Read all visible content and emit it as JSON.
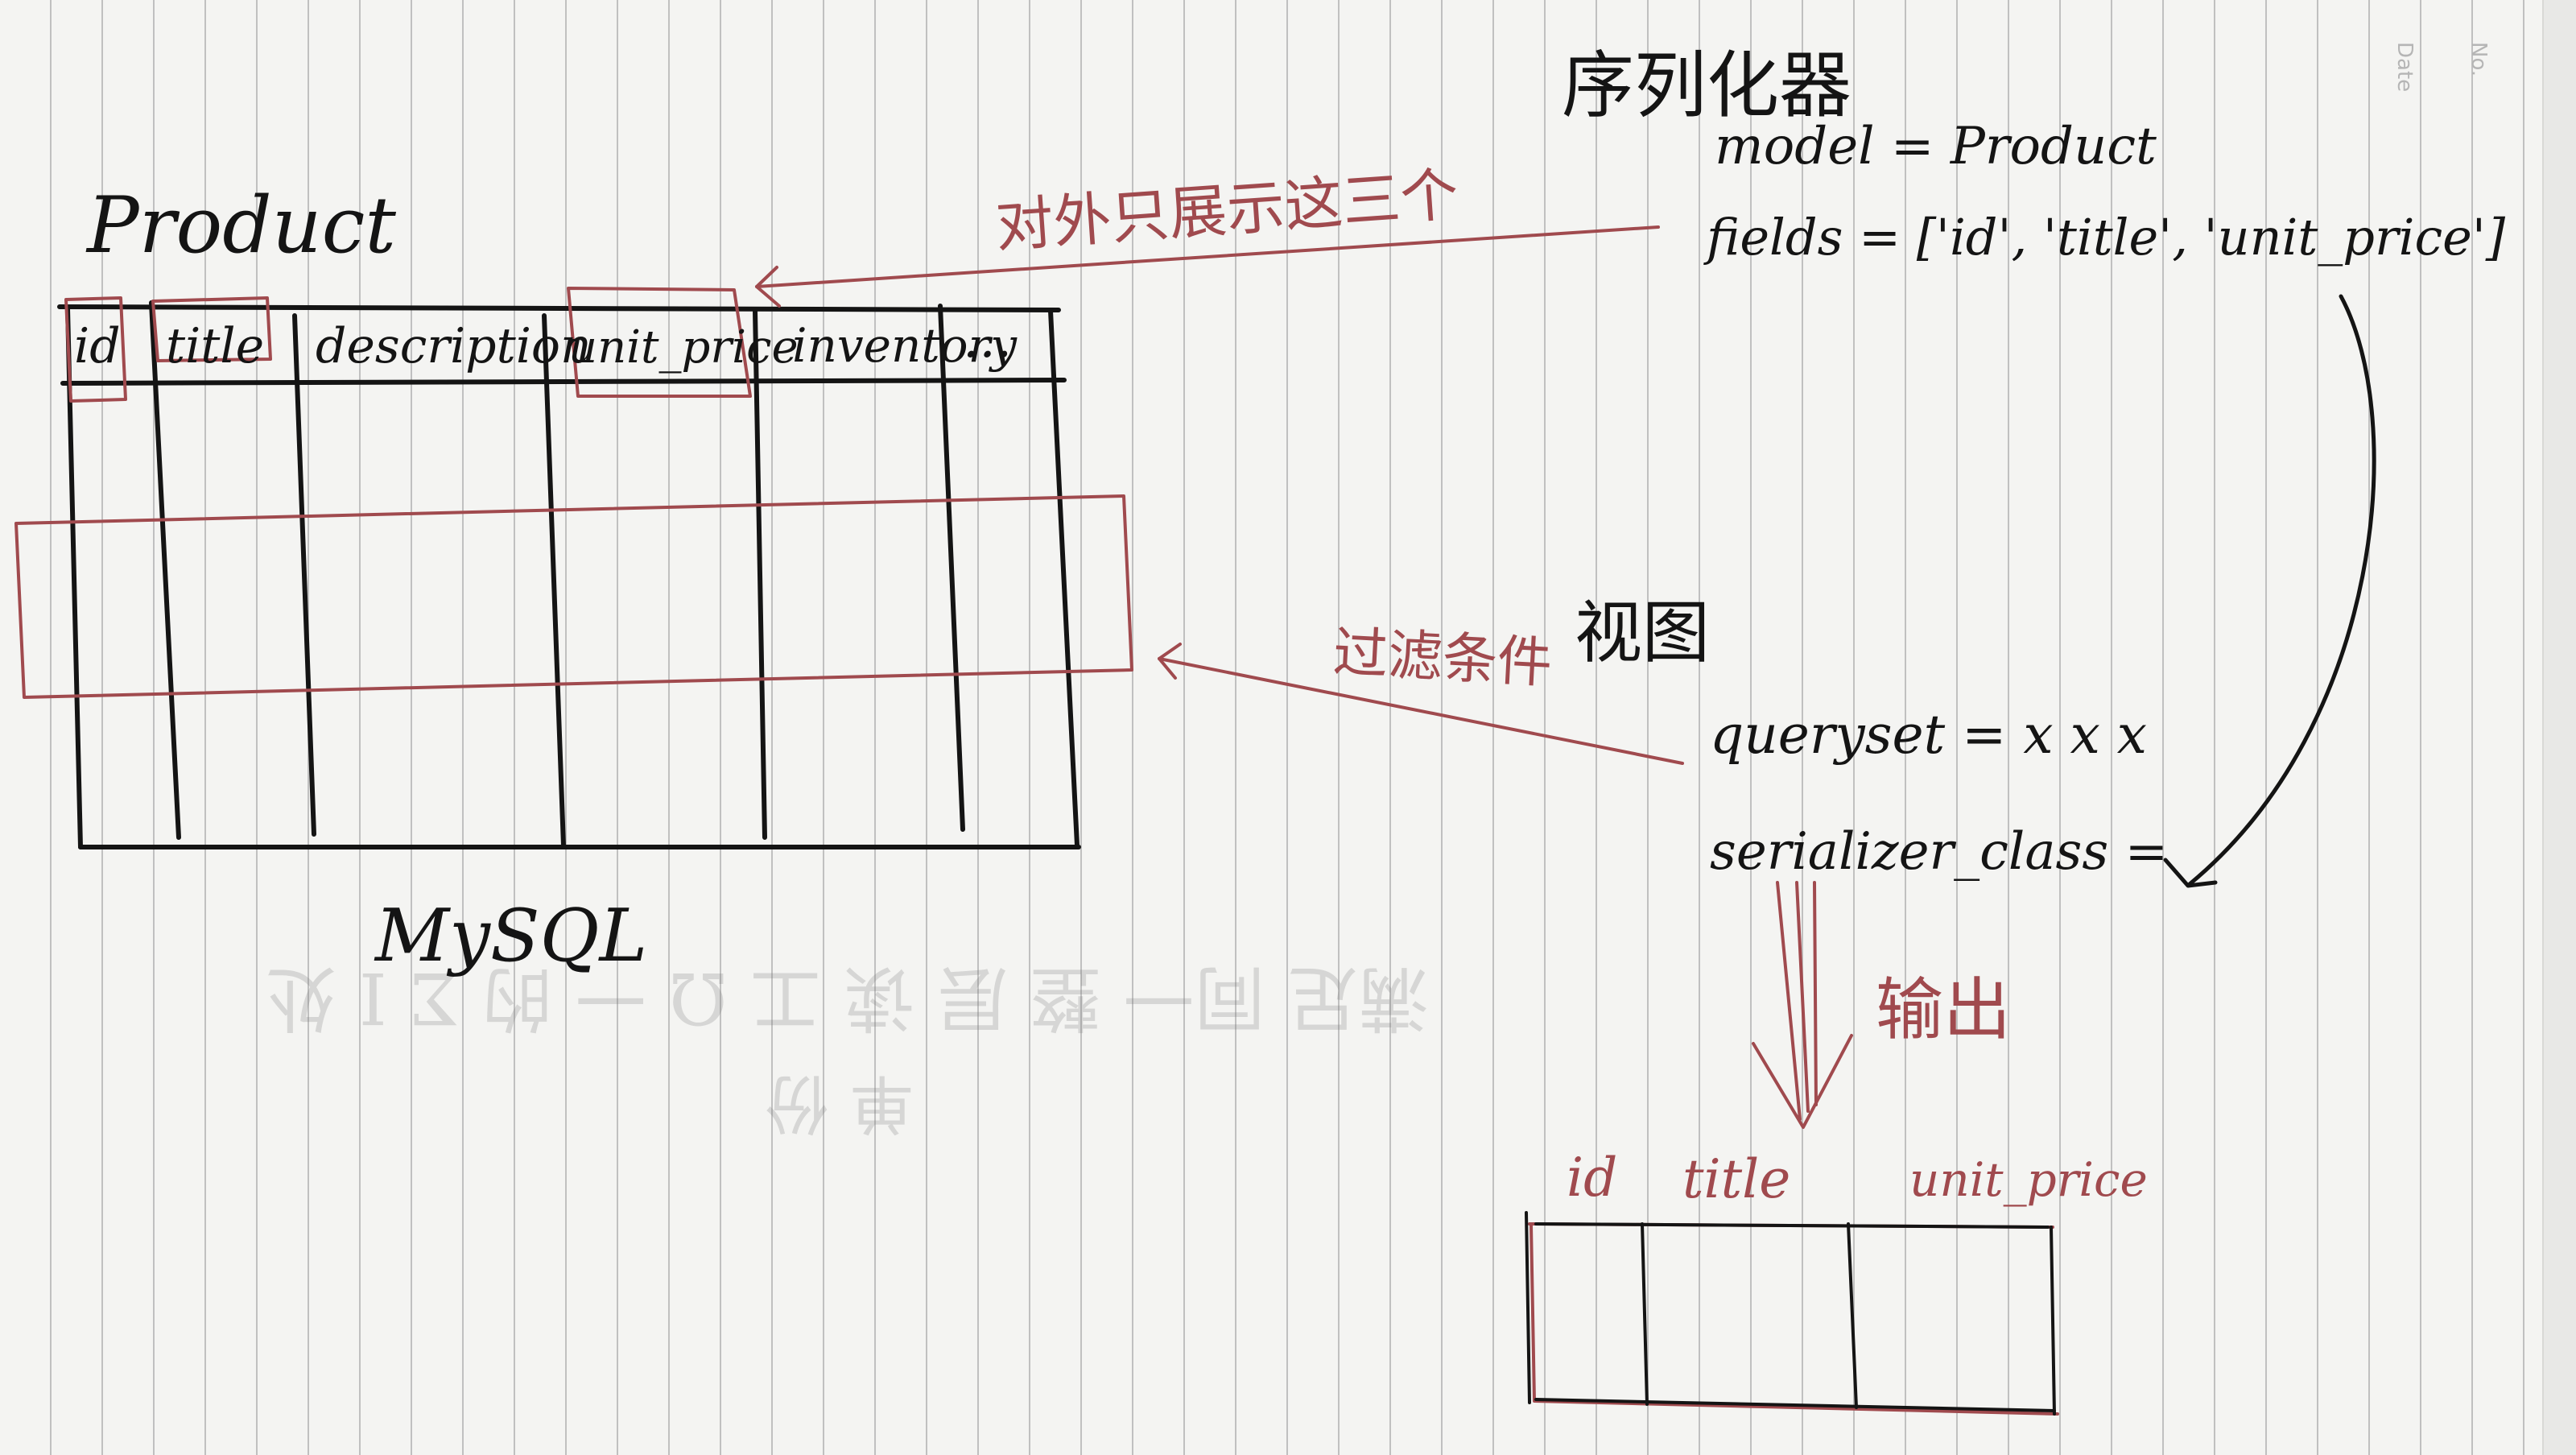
{
  "page_corner": {
    "no_label": "No.",
    "date_label": "Date"
  },
  "db_table": {
    "name": "Product",
    "columns": [
      "id",
      "title",
      "description",
      "unit_price",
      "inventory",
      "..."
    ],
    "storage_label": "MySQL"
  },
  "serializer": {
    "heading": "序列化器",
    "model_line": "model = Product",
    "fields_line": "fields = ['id', 'title', 'unit_price']"
  },
  "view": {
    "heading": "视图",
    "queryset_line": "queryset =  x x x",
    "serializer_class_line": "serializer_class ="
  },
  "annotations": {
    "expose_note": "对外只展示这三个",
    "filter_note": "过滤条件",
    "output_note": "输出"
  },
  "output_table": {
    "columns": [
      "id",
      "title",
      "unit_price"
    ]
  },
  "bleed_through": {
    "line1": "满足 同一 整 层 读 工 Ω 一 的 Σ I 处",
    "line2": "单 份"
  },
  "colors": {
    "ink": "#141414",
    "red_pen": "#a04a4e",
    "paper": "#f4f4f2",
    "rule_line": "#969696"
  }
}
